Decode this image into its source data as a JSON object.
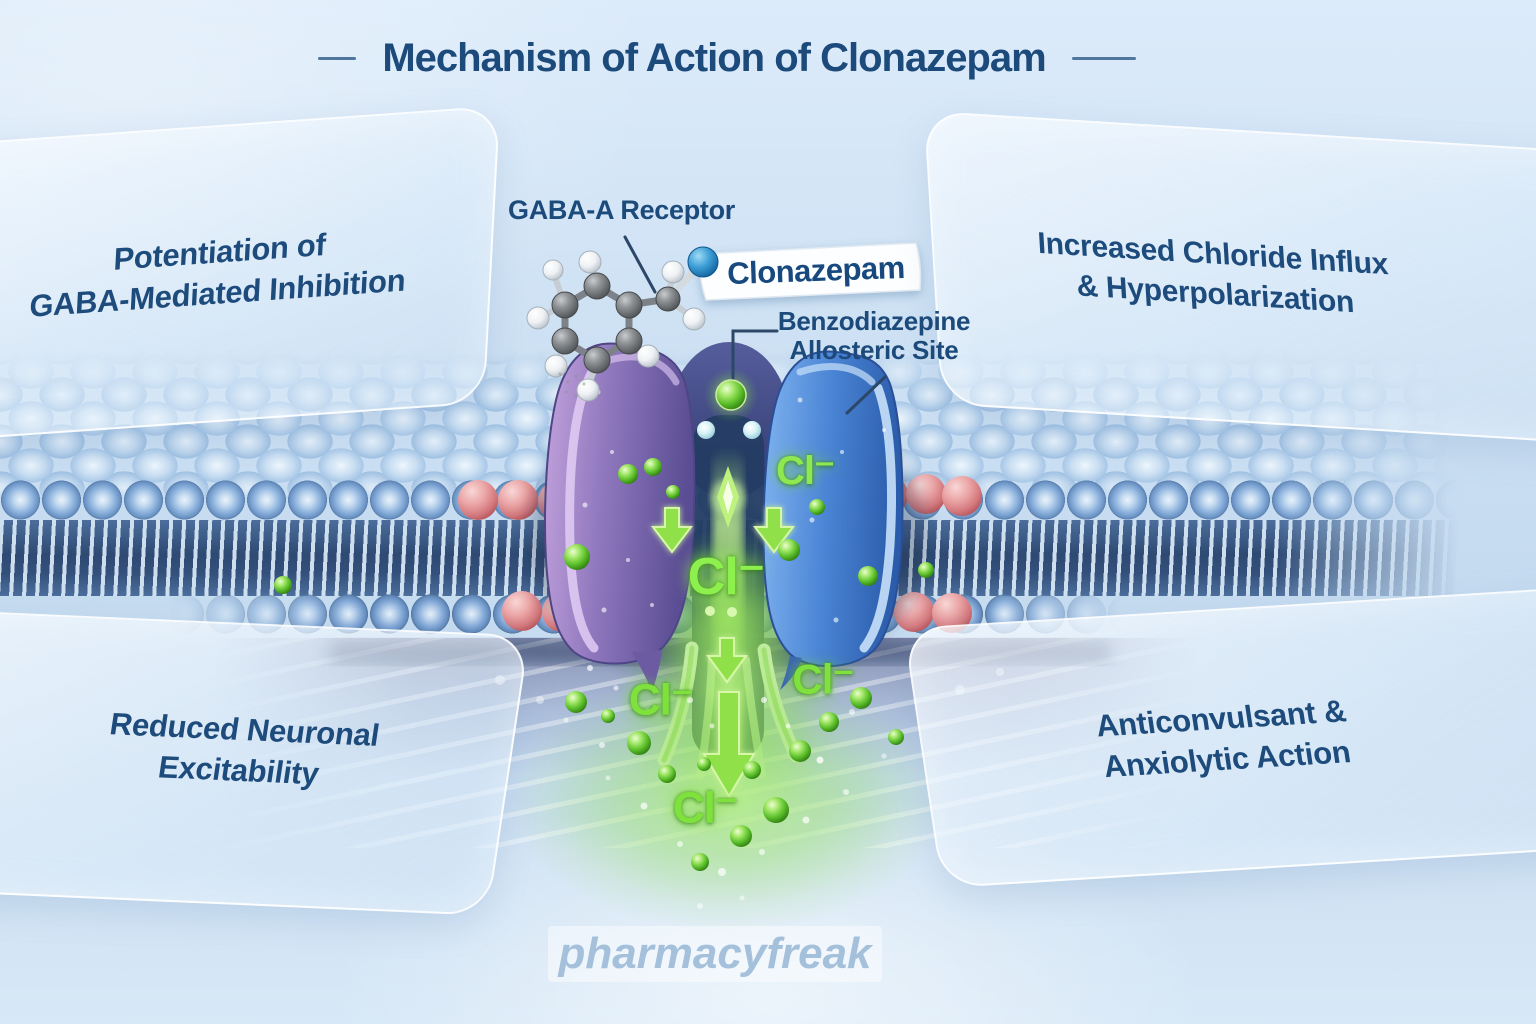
{
  "title": "Mechanism of Action of Clonazepam",
  "panels": [
    {
      "id": "top-left",
      "lines": [
        "Potentiation of",
        "GABA-Mediated Inhibition"
      ]
    },
    {
      "id": "top-right",
      "lines": [
        "Increased Chloride Influx",
        "& Hyperpolarization"
      ]
    },
    {
      "id": "bottom-left",
      "lines": [
        "Reduced Neuronal",
        "Excitability"
      ]
    },
    {
      "id": "bottom-right",
      "lines": [
        "Anticonvulsant &",
        "Anxiolytic Action"
      ]
    }
  ],
  "labels": {
    "receptor": "GABA-A Receptor",
    "drug": "Clonazepam",
    "site_line1": "Benzodiazepine",
    "site_line2": "Allosteric Site"
  },
  "ions": {
    "cl_label": "Cl⁻"
  },
  "watermark": "pharmacyfreak",
  "colors": {
    "heading_navy": "#1c4a7b",
    "background_blue": "#cfe2f4",
    "ion_green": "#7fe23c",
    "receptor_purple": "#8f77bd",
    "receptor_blue": "#4a84d4",
    "lipid_blue": "#8fb4de",
    "lipid_pink": "#eba5a6",
    "banner_white": "#fdfeff"
  }
}
